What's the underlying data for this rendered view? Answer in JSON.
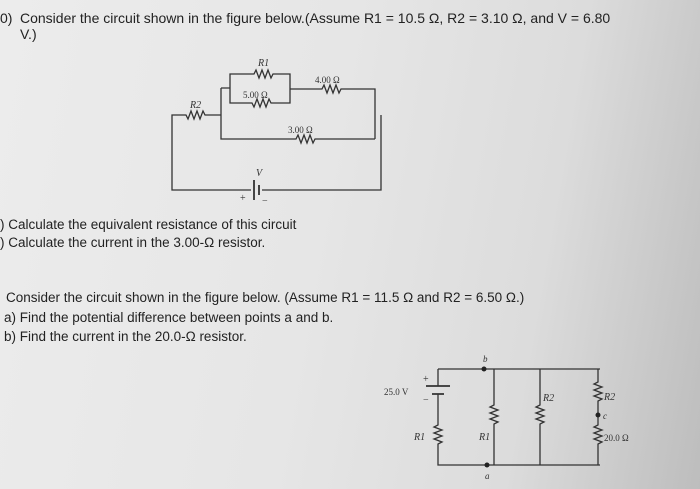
{
  "problem1": {
    "number": "0)",
    "line1": "Consider the circuit shown in the figure below.(Assume R1 = 10.5 Ω, R2 = 3.10 Ω, and V = 6.80",
    "line2": "V.)",
    "part_a": ") Calculate the equivalent resistance of this circuit",
    "part_b": ") Calculate the current in the 3.00-Ω resistor.",
    "figure": {
      "r1": "R1",
      "r2": "R2",
      "r5": "5.00 Ω",
      "r4": "4.00 Ω",
      "r3": "3.00 Ω",
      "v": "V",
      "plus": "+",
      "minus": "−"
    }
  },
  "problem2": {
    "line1": "Consider the circuit shown in the figure below. (Assume R1 = 11.5 Ω and R2 = 6.50 Ω.)",
    "part_a": "a) Find the potential difference between points a and b.",
    "part_b": "b) Find the current in the 20.0-Ω resistor.",
    "figure": {
      "emf": "25.0 V",
      "plus": "+",
      "minus": "−",
      "b": "b",
      "a": "a",
      "c": "c",
      "r1_left": "R1",
      "r1_mid": "R1",
      "r2_mid": "R2",
      "r2_right": "R2",
      "r20": "20.0 Ω"
    }
  }
}
